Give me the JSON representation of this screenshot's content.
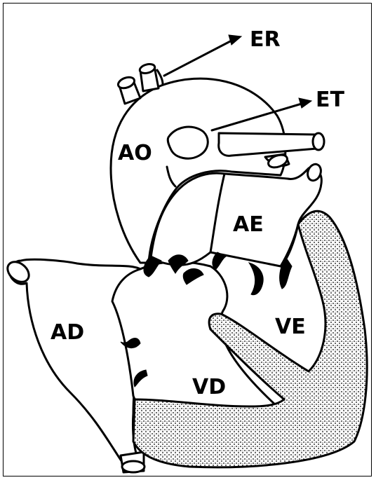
{
  "labels": {
    "ao": "AO",
    "ad": "AD",
    "vd": "VD",
    "ae": "AE",
    "ve": "VE",
    "er": "ER",
    "et": "ET"
  }
}
